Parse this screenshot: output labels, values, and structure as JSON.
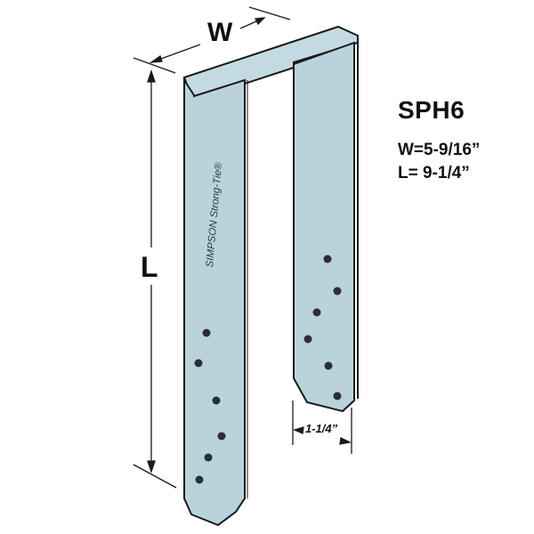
{
  "product": {
    "model": "SPH6",
    "brand_text": "SIMPSON Strong-Tie®",
    "dimensions": {
      "w_label": "W=5-9/16”",
      "l_label": "L= 9-1/4”"
    }
  },
  "diagram_labels": {
    "width_marker": "W",
    "length_marker": "L",
    "flange_dim": "1-1/4”"
  },
  "colors": {
    "steel": "#b9d3dc",
    "steel_dark": "#9fbcc7",
    "outline": "#1a1a1a",
    "hole": "#2a2f35"
  }
}
